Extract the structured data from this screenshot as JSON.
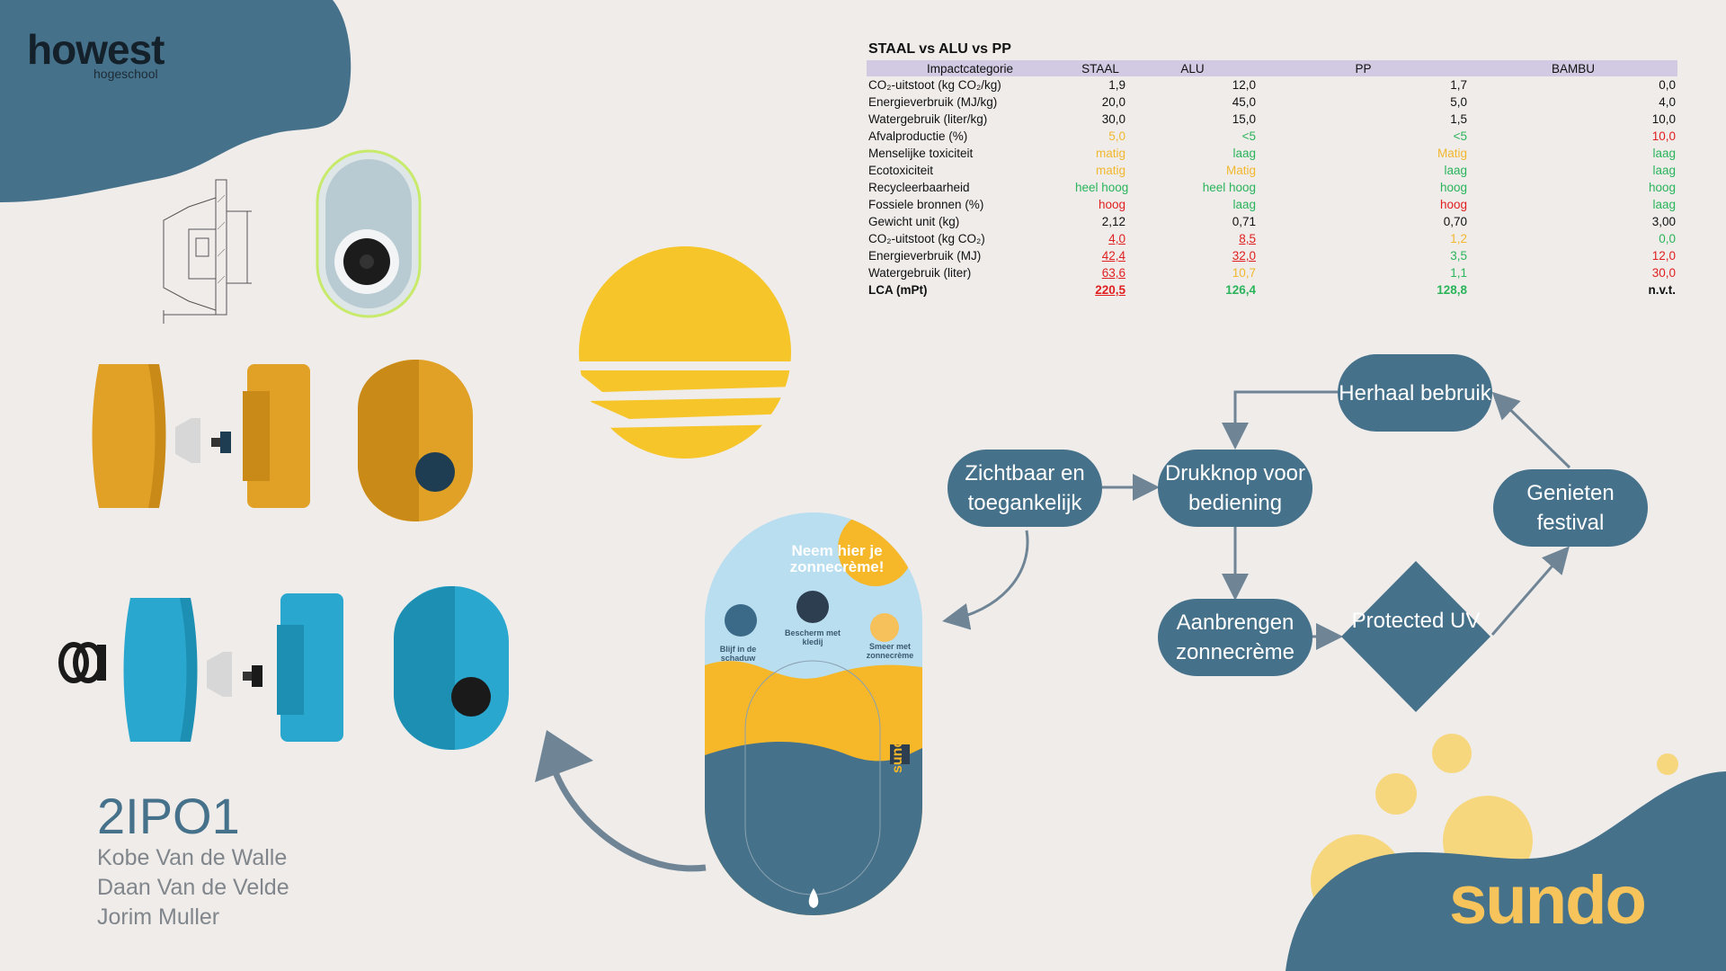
{
  "logo": {
    "word": "howest",
    "sub": "hogeschool"
  },
  "team": {
    "code": "2IPO1",
    "members": [
      "Kobe Van de Walle",
      "Daan Van de Velde",
      "Jorim Muller"
    ]
  },
  "lca": {
    "title": "STAAL vs ALU vs PP",
    "headers": [
      "Impactcategorie",
      "STAAL",
      "ALU",
      "PP",
      "BAMBU"
    ],
    "rows": [
      {
        "label": "CO₂-uitstoot (kg CO₂/kg)",
        "values": [
          "1,9",
          "12,0",
          "1,7",
          "0,0"
        ],
        "colors": [
          "k",
          "k",
          "k",
          "k"
        ]
      },
      {
        "label": "Energieverbruik (MJ/kg)",
        "values": [
          "20,0",
          "45,0",
          "5,0",
          "4,0"
        ],
        "colors": [
          "k",
          "k",
          "k",
          "k"
        ]
      },
      {
        "label": "Watergebruik (liter/kg)",
        "values": [
          "30,0",
          "15,0",
          "1,5",
          "10,0"
        ],
        "colors": [
          "k",
          "k",
          "k",
          "k"
        ]
      },
      {
        "label": "Afvalproductie (%)",
        "values": [
          "5,0",
          "<5",
          "<5",
          "10,0"
        ],
        "colors": [
          "y",
          "g",
          "g",
          "r"
        ]
      },
      {
        "label": "Menselijke toxiciteit",
        "values": [
          "matig",
          "laag",
          "Matig",
          "laag"
        ],
        "colors": [
          "y",
          "g",
          "y",
          "g"
        ]
      },
      {
        "label": "Ecotoxiciteit",
        "values": [
          "matig",
          "Matig",
          "laag",
          "laag"
        ],
        "colors": [
          "y",
          "y",
          "g",
          "g"
        ]
      },
      {
        "label": "Recycleerbaarheid",
        "values": [
          "heel hoog",
          "heel hoog",
          "hoog",
          "hoog"
        ],
        "colors": [
          "g",
          "g",
          "g",
          "g"
        ]
      },
      {
        "label": "Fossiele bronnen (%)",
        "values": [
          "hoog",
          "laag",
          "hoog",
          "laag"
        ],
        "colors": [
          "r",
          "g",
          "r",
          "g"
        ]
      },
      {
        "label": "Gewicht unit (kg)",
        "values": [
          "2,12",
          "0,71",
          "0,70",
          "3,00"
        ],
        "colors": [
          "k",
          "k",
          "k",
          "k"
        ]
      },
      {
        "label": "CO₂-uitstoot (kg CO₂)",
        "values": [
          "4,0",
          "8,5",
          "1,2",
          "0,0"
        ],
        "colors": [
          "r",
          "r",
          "y",
          "g"
        ]
      },
      {
        "label": "Energieverbruik (MJ)",
        "values": [
          "42,4",
          "32,0",
          "3,5",
          "12,0"
        ],
        "colors": [
          "r",
          "r",
          "g",
          "r"
        ]
      },
      {
        "label": "Watergebruik (liter)",
        "values": [
          "63,6",
          "10,7",
          "1,1",
          "30,0"
        ],
        "colors": [
          "r",
          "y",
          "g",
          "r"
        ]
      },
      {
        "label": "LCA  (mPt)",
        "values": [
          "220,5",
          "126,4",
          "128,8",
          "n.v.t."
        ],
        "colors": [
          "r",
          "g",
          "g",
          "k"
        ],
        "bold": true
      }
    ]
  },
  "flow": {
    "zichtbaar": "Zichtbaar en toegankelijk",
    "drukknop": "Drukknop voor bediening",
    "herhaal": "Herhaal bebruik",
    "genieten": "Genieten festival",
    "aanbrengen": "Aanbrengen zonnecrème",
    "protected": "Protected UV"
  },
  "poster": {
    "title": "Neem hier je zonnecrème!",
    "labels": [
      "Blijf in de schaduw",
      "Bescherm met kledij",
      "Smeer met zonnecrème"
    ],
    "brand": "sundisp"
  },
  "brand": "sundo",
  "colors": {
    "teal": "#46718a",
    "orange": "#e0a126",
    "cyan": "#2aa7cf",
    "yellow": "#f6c52a",
    "light_yellow": "#f7d77e",
    "background": "#efecea"
  }
}
